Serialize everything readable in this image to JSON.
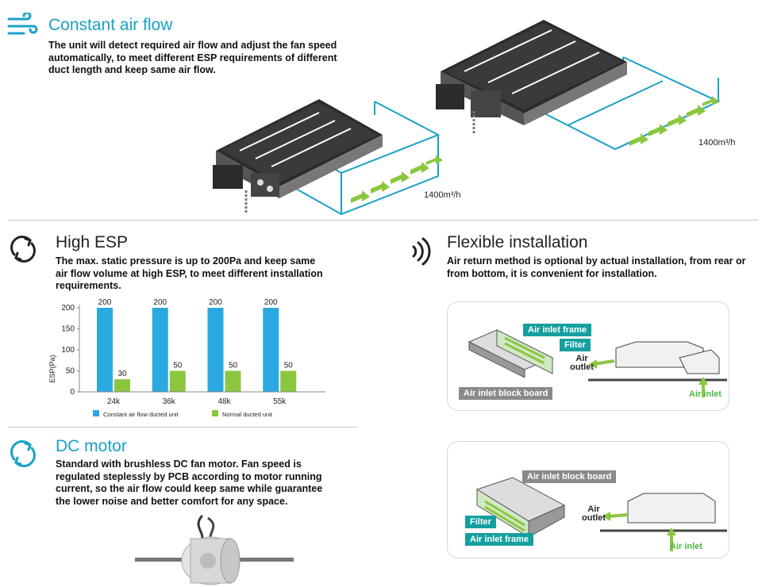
{
  "constant_air_flow": {
    "title": "Constant air flow",
    "description": "The unit will detect required air flow and adjust the fan speed automatically, to meet different ESP requirements of different duct length and keep same air flow.",
    "icon": "wind-lines-icon",
    "flow_label_1": "1400m³/h",
    "flow_label_2": "1400m³/h"
  },
  "high_esp": {
    "title": "High ESP",
    "description": "The max. static pressure is up to 200Pa and keep same air flow volume at high ESP, to meet different installation requirements.",
    "icon": "cycle-arrows-icon"
  },
  "flexible_installation": {
    "title": "Flexible installation",
    "description": "Air return method is optional by actual installation, from rear or from bottom, it is convenient for installation.",
    "icon": "signal-waves-icon",
    "diagram_top": {
      "frame_label": "Air inlet frame",
      "filter_label": "Filter",
      "block_board_label": "Air inlet block board",
      "air_outlet_label": "Air outlet",
      "air_inlet_label": "Air inlet"
    },
    "diagram_bottom": {
      "frame_label": "Air inlet frame",
      "filter_label": "Filter",
      "block_board_label": "Air inlet block board",
      "air_outlet_label": "Air outlet",
      "air_inlet_label": "Air inlet"
    }
  },
  "dc_motor": {
    "title": "DC motor",
    "description": "Standard with brushless DC fan motor. Fan speed is regulated steplessly by PCB according to motor running current, so the air flow could keep same while guarantee the lower noise and better comfort  for any space.",
    "icon": "cycle-arrows-icon"
  },
  "chart_data": {
    "type": "bar",
    "categories": [
      "24k",
      "36k",
      "48k",
      "55k"
    ],
    "series": [
      {
        "name": "Constant air flow ducted unit",
        "values": [
          200,
          200,
          200,
          200
        ],
        "color": "#29a9e0"
      },
      {
        "name": "Normal ducted unit",
        "values": [
          30,
          50,
          50,
          50
        ],
        "color": "#8cc63f"
      }
    ],
    "ylabel": "ESP(Pa)",
    "yticks": [
      0,
      50,
      100,
      150,
      200
    ],
    "ylim": [
      0,
      200
    ],
    "legend_position": "bottom"
  }
}
